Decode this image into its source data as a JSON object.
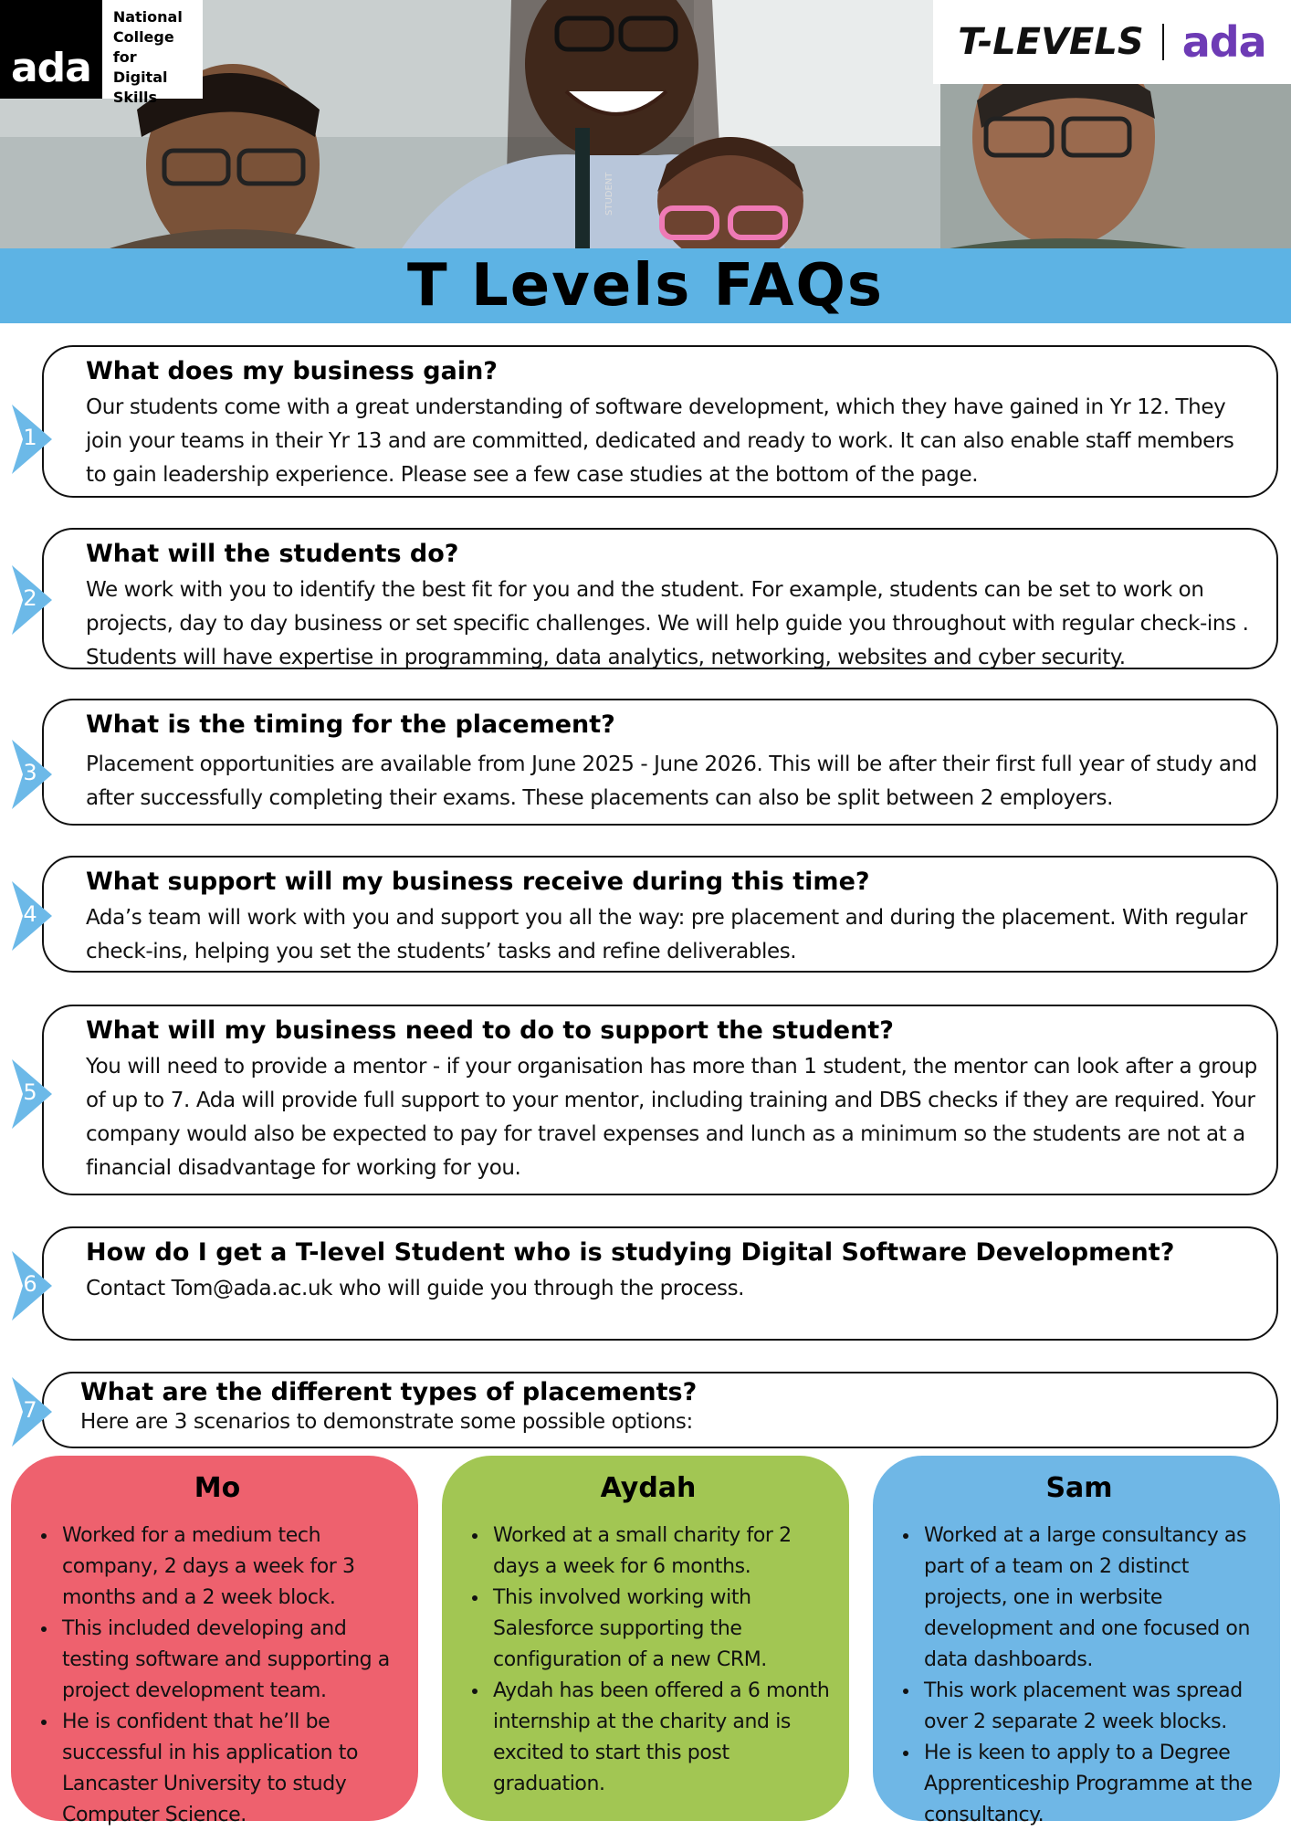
{
  "header": {
    "ada_logo_text": "ada",
    "college_lines": [
      "National",
      "College for",
      "Digital",
      "Skills"
    ],
    "partner_tlevels": "T-LEVELS",
    "partner_ada": "ada",
    "photo_badge": "STUDENT"
  },
  "title": "T Levels FAQs",
  "faqs": [
    {
      "number": "1",
      "question": "What does my business gain?",
      "answer": "Our students come with a great understanding of software development, which they have gained in Yr 12. They join your teams in their Yr 13 and are committed, dedicated and ready to work. It can also enable staff members to gain leadership experience. Please see a few case studies at the bottom of the page."
    },
    {
      "number": "2",
      "question": "What will the students do?",
      "answer": "We work with you to identify the best fit for you and the student. For example, students can be set to work on projects, day to day business or set specific challenges. We will help guide you throughout with regular check-ins . Students will have expertise in programming, data analytics, networking, websites and cyber security."
    },
    {
      "number": "3",
      "question": "What is the timing for the placement?",
      "answer": "Placement opportunities are available from June 2025 - June 2026. This will be after their first full year of study and after successfully completing their exams. These placements can also be split between 2 employers."
    },
    {
      "number": "4",
      "question": "What support will my business receive during this time?",
      "answer": "Ada’s team will work with you and support you all the way: pre placement and during the placement. With regular check-ins, helping you set the students’ tasks and refine deliverables."
    },
    {
      "number": "5",
      "question": "What will my business need to do to support the student?",
      "answer": "You will need to provide a mentor - if your organisation has more than 1 student, the mentor can look after a group of up to 7. Ada will provide full support to your mentor, including training and DBS checks if they are required. Your company would also be expected to pay for travel expenses and lunch as a minimum so the students are not at a financial disadvantage for working for you."
    },
    {
      "number": "6",
      "question": "How do I get a T-level Student who is studying Digital Software Development?",
      "answer": "Contact Tom@ada.ac.uk who will guide you through the process."
    },
    {
      "number": "7",
      "question": "What are the different types of placements?",
      "answer": "Here are 3 scenarios to demonstrate some possible options:"
    }
  ],
  "scenarios": [
    {
      "name": "Mo",
      "color": "#ee616e",
      "points": [
        "Worked for a medium tech company, 2 days a week for 3 months and a 2 week block.",
        "This included developing and testing software and supporting a project development team.",
        "He is confident that he’ll be successful in his application to Lancaster University to study Computer Science."
      ]
    },
    {
      "name": "Aydah",
      "color": "#a2c653",
      "points": [
        "Worked at a small charity for 2 days a week for 6 months.",
        "This involved working with Salesforce supporting the configuration of a new CRM.",
        "Aydah has been offered a 6 month internship at the charity and is excited to start this post graduation."
      ]
    },
    {
      "name": "Sam",
      "color": "#6fb7e6",
      "points": [
        "Worked at a large consultancy as part of a team on 2 distinct projects, one in werbsite development and one focused on data dashboards.",
        "This work placement was spread over 2 separate 2 week blocks.",
        "He is keen to apply to a Degree Apprenticeship Programme at the consultancy."
      ]
    }
  ],
  "colors": {
    "banner": "#5db3e4",
    "number_arrow": "#6cb9e8",
    "ada_purple": "#6d3bb5"
  }
}
